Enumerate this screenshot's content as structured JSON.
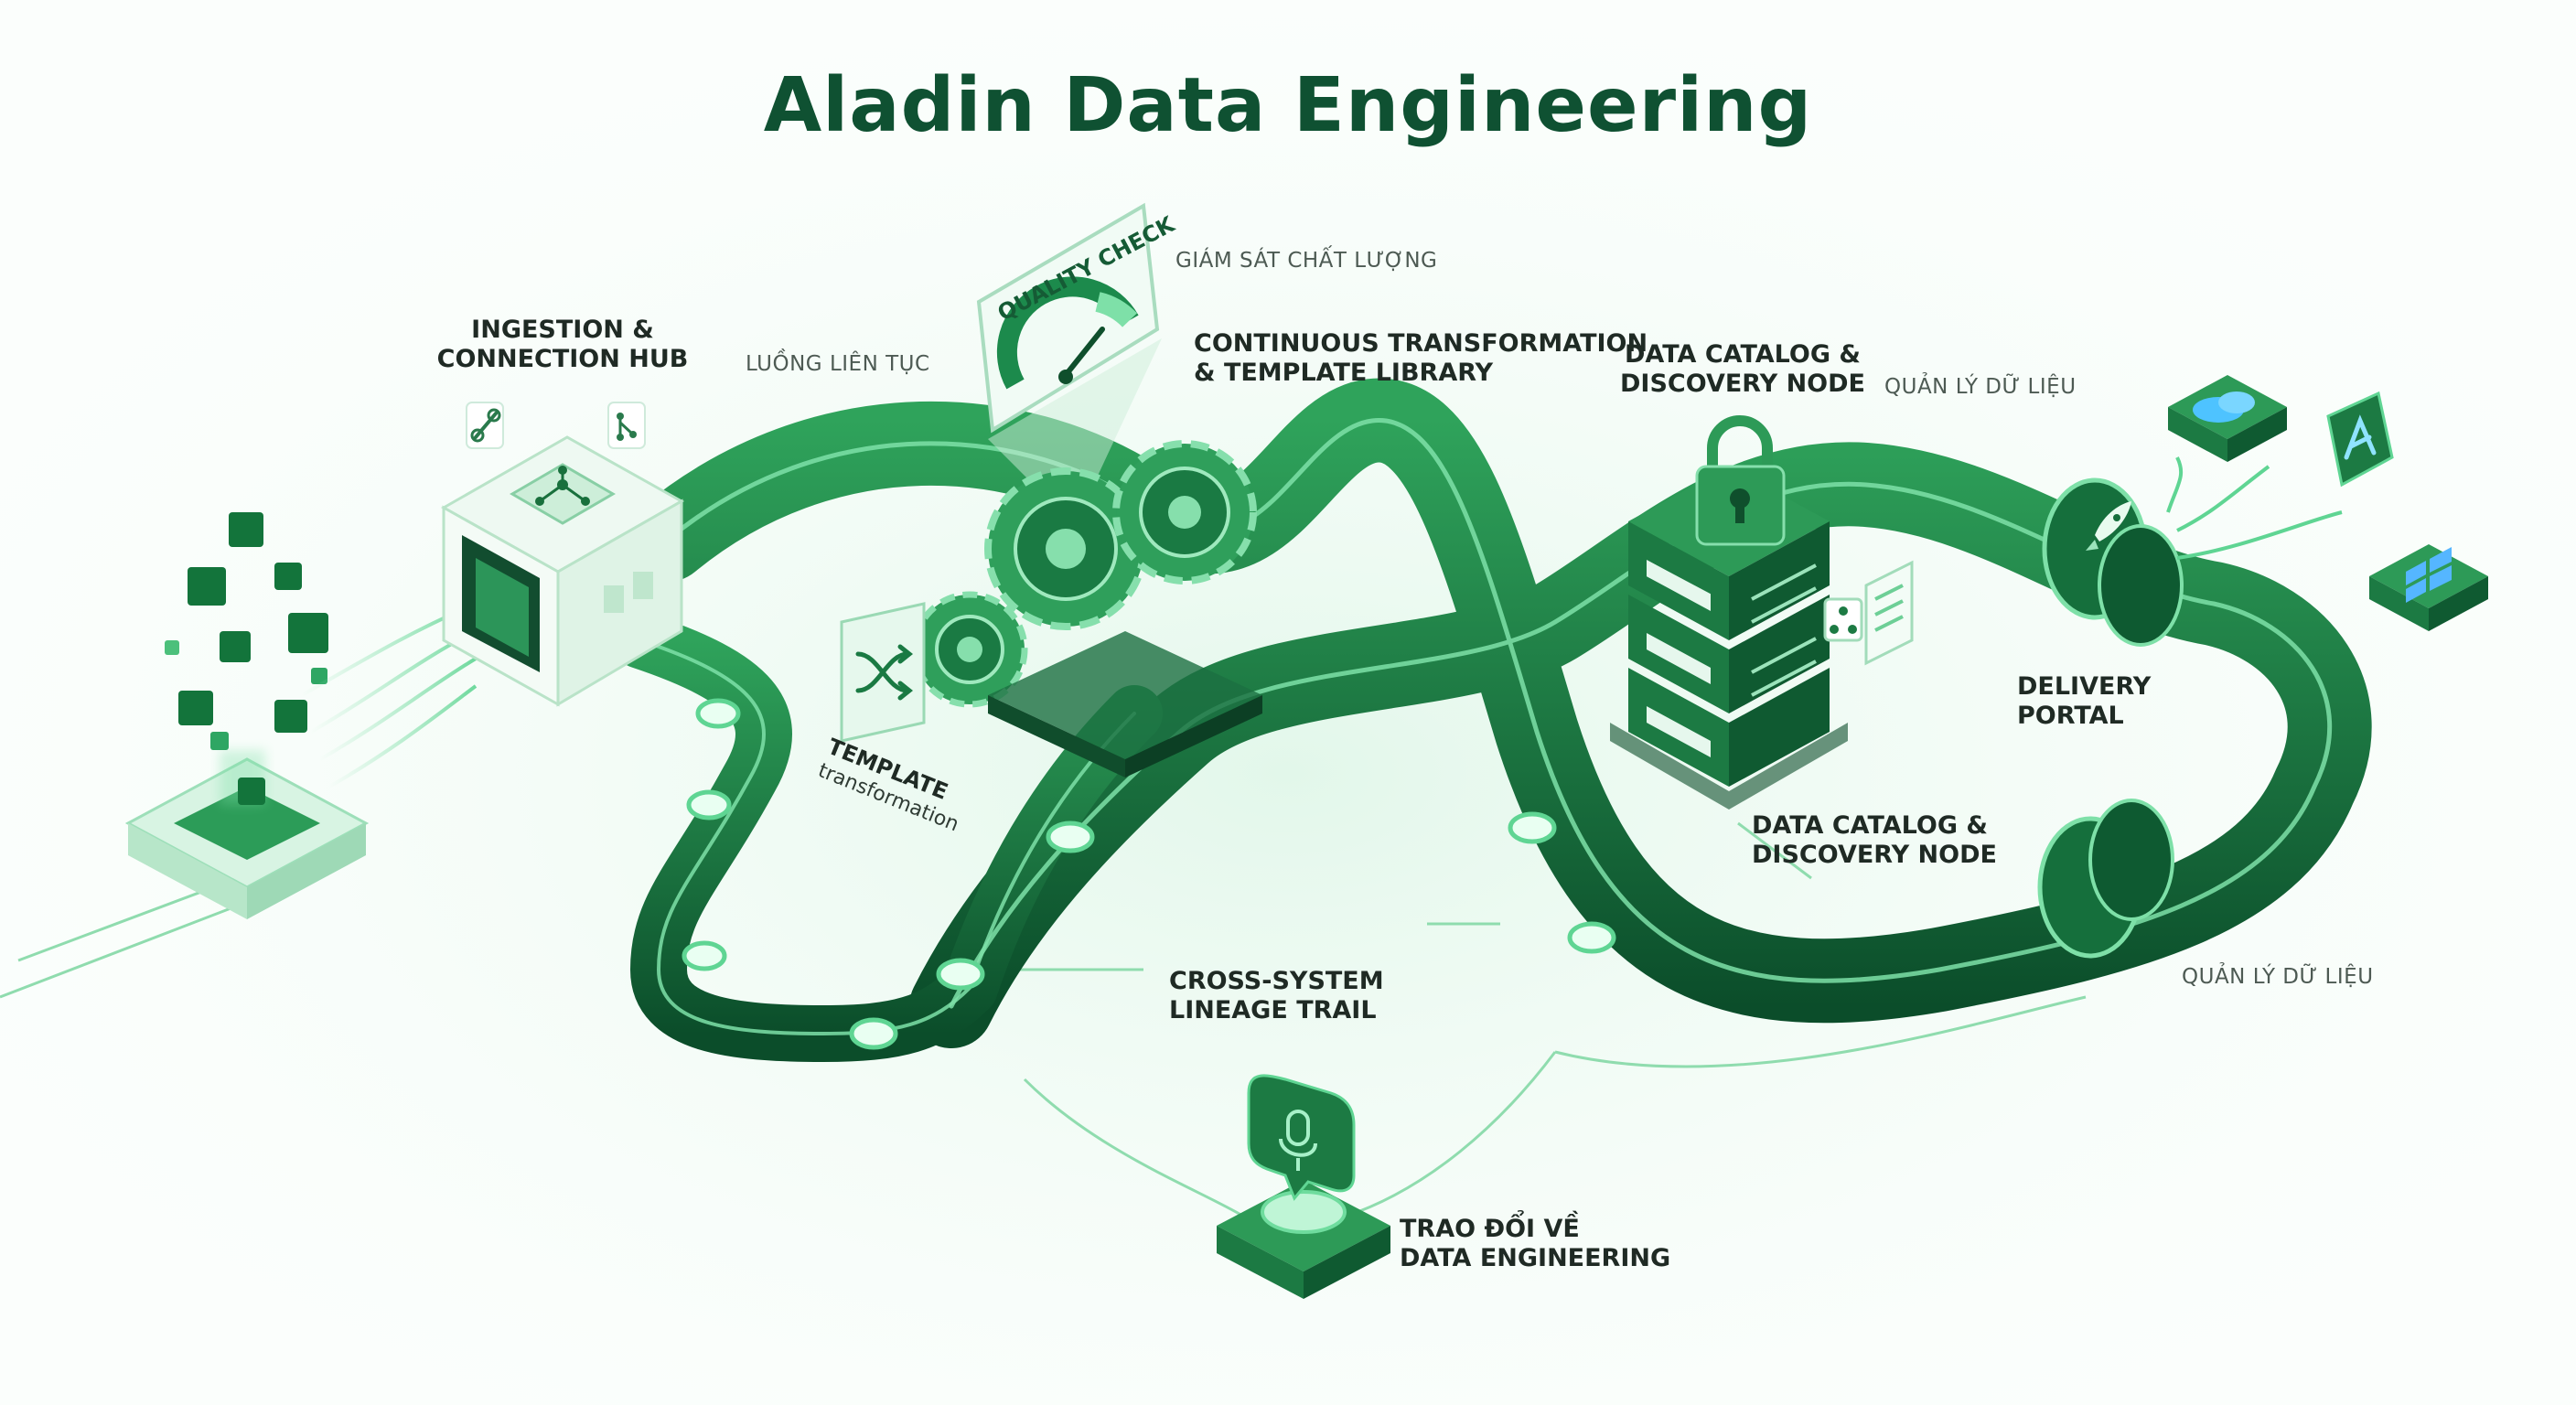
{
  "title": "Aladin Data Engineering",
  "labels": {
    "ingestion_hub": "INGESTION &\nCONNECTION HUB",
    "continuous_flow": "LUỒNG LIÊN TỤC",
    "quality_check": "QUALITY CHECK",
    "quality_monitoring": "GIÁM SÁT CHẤT LƯỢNG",
    "transformation": "CONTINUOUS TRANSFORMATION\n& TEMPLATE LIBRARY",
    "catalog_top": "DATA CATALOG &\nDISCOVERY NODE",
    "data_management_top": "QUẢN LÝ DỮ LIỆU",
    "template_title": "TEMPLATE",
    "template_sub": "transformation",
    "delivery_portal": "DELIVERY\nPORTAL",
    "catalog_bottom": "DATA CATALOG &\nDISCOVERY NODE",
    "data_management_bottom": "QUẢN LÝ DỮ LIỆU",
    "lineage_trail": "CROSS-SYSTEM\nLINEAGE TRAIL",
    "discussion": "TRAO ĐỔI VỀ\nDATA ENGINEERING"
  },
  "icons": {
    "source_cubes": "cube-icon",
    "hub_network": "network-icon",
    "link": "link-icon",
    "branch": "branch-icon",
    "gauge": "gauge-icon",
    "gears": "gear-icon",
    "shuffle": "shuffle-icon",
    "lock": "lock-icon",
    "server": "server-stack-icon",
    "catalog_document": "document-icon",
    "rocket": "rocket-icon",
    "cloud_app": "cloud-icon",
    "app_store": "app-store-icon",
    "windows": "windows-icon",
    "microphone": "microphone-icon"
  },
  "colors": {
    "pipeline_dark": "#0d5f33",
    "pipeline_mid": "#16803f",
    "accent_light": "#5fd593",
    "title_green": "#0f5132",
    "background": "#fbfefc"
  }
}
